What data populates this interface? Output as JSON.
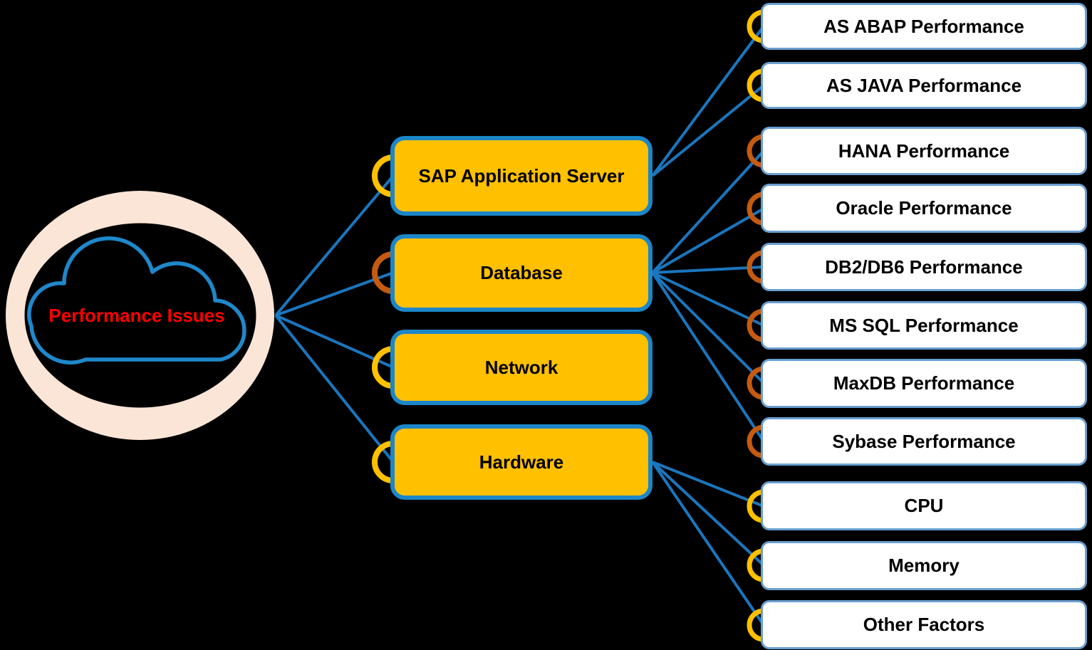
{
  "root": {
    "label": "Performance Issues"
  },
  "categories": [
    {
      "label": "SAP Application Server",
      "children": [
        "AS ABAP Performance",
        "AS JAVA Performance"
      ]
    },
    {
      "label": "Database",
      "children": [
        "HANA Performance",
        "Oracle Performance",
        "DB2/DB6 Performance",
        "MS SQL Performance",
        "MaxDB Performance",
        "Sybase Performance"
      ]
    },
    {
      "label": "Network",
      "children": []
    },
    {
      "label": "Hardware",
      "children": [
        "CPU",
        "Memory",
        "Other Factors"
      ]
    }
  ],
  "colors": {
    "background": "#000000",
    "ring": "#FBE5D6",
    "cloud_outline": "#1F88CB",
    "connector": "#1A76BE",
    "category_fill": "#FFC000",
    "category_border": "#1C86C8",
    "leaf_fill": "#FFFFFF",
    "leaf_border": "#6A9FD0",
    "arc_yellow": "#FFC000",
    "arc_orange": "#C55A11",
    "root_text": "#FF0000",
    "label_text": "#000000"
  }
}
